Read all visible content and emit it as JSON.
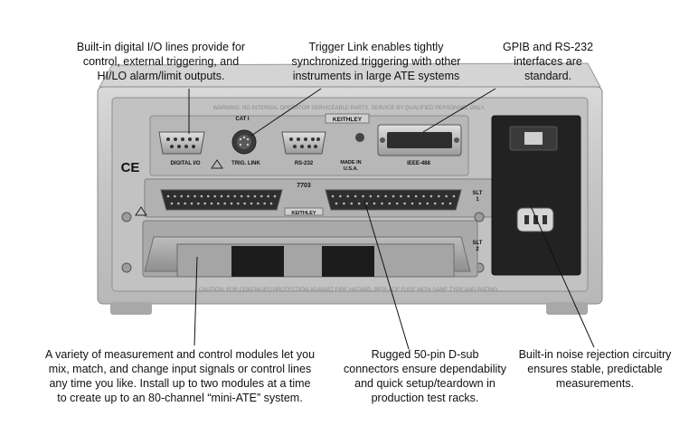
{
  "callouts": {
    "digital_io": [
      "Built-in digital I/O lines provide for",
      "control, external triggering, and",
      "HI/LO alarm/limit outputs."
    ],
    "trigger_link": [
      "Trigger Link enables tightly",
      "synchronized triggering with other",
      "instruments in large ATE systems"
    ],
    "gpib": [
      "GPIB and RS-232",
      "interfaces are",
      "standard."
    ],
    "modules": [
      "A variety of measurement and control modules let you",
      "mix, match, and change input signals or control lines",
      "any time you like. Install up to two modules at a time",
      "to create up to an 80-channel “mini-ATE” system."
    ],
    "dsub": [
      "Rugged 50-pin D-sub",
      "connectors ensure dependability",
      "and quick setup/teardown in",
      "production test racks."
    ],
    "noise": [
      "Built-in noise rejection circuitry",
      "ensures stable, predictable",
      "measurements."
    ]
  },
  "panel_labels": {
    "warning": "WARNING: NO INTERNAL OPERATOR SERVICEABLE PARTS. SERVICE BY QUALIFIED PERSONNEL ONLY.",
    "cat": "CAT I",
    "brand": "KEITHLEY",
    "digital_io": "DIGITAL I/O",
    "trig_link": "TRIG. LINK",
    "rs232": "RS-232",
    "made_in_1": "MADE IN",
    "made_in_2": "U.S.A.",
    "ieee": "IEEE-488",
    "ce": "CE",
    "card_model": "7703",
    "card_brand": "KEITHLEY",
    "slot1_a": "SLT",
    "slot1_b": "1",
    "slot2_a": "SLT",
    "slot2_b": "2",
    "caution": "CAUTION: FOR CONTINUED PROTECTION AGAINST FIRE HAZARD, REPLACE FUSE WITH SAME TYPE AND RATING."
  },
  "colors": {
    "chassis": "#c9c9c9",
    "panel": "#b5b5b5",
    "dark": "#2a2a2a"
  }
}
